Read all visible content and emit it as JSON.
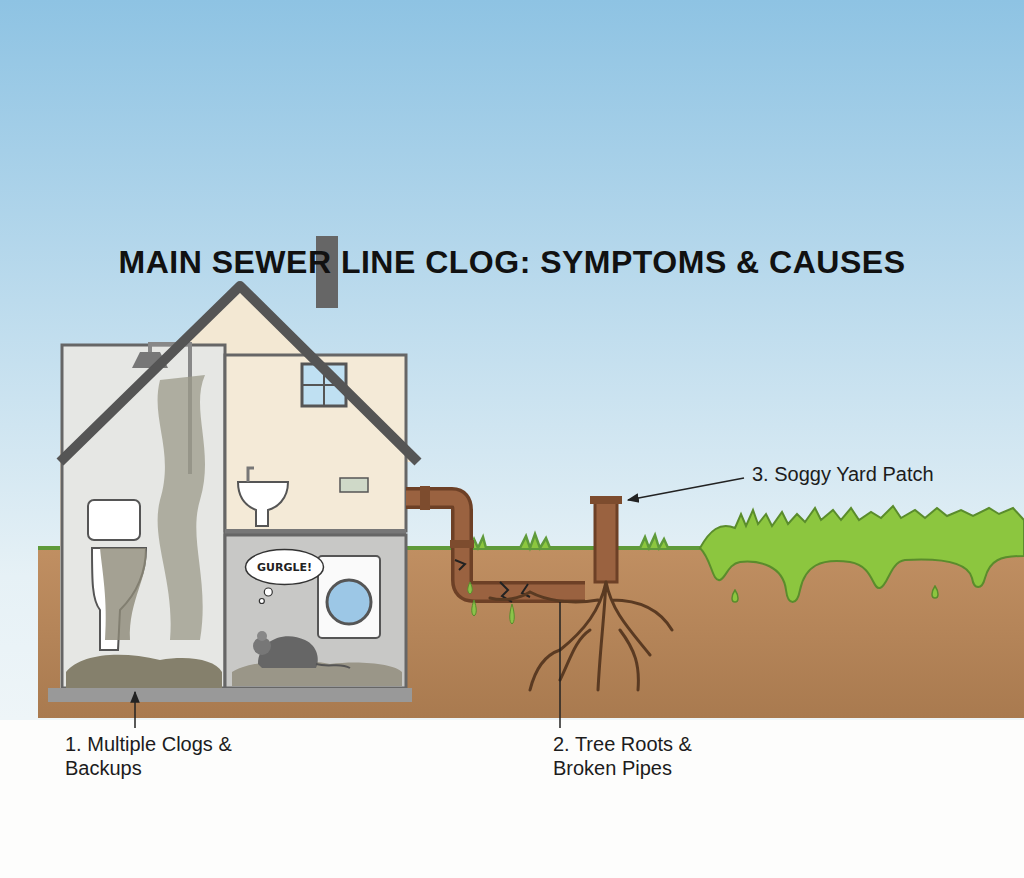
{
  "diagram": {
    "title": "MAIN SEWER LINE CLOG: SYMPTOMS & CAUSES",
    "nodes": [
      {
        "text": [
          "GURGLE!"
        ]
      }
    ],
    "labels": [
      "1. Multiple Clogs & Backups",
      "2. Tree Roots & Broken Pipes",
      "3. Soggy Yard Patch"
    ]
  }
}
